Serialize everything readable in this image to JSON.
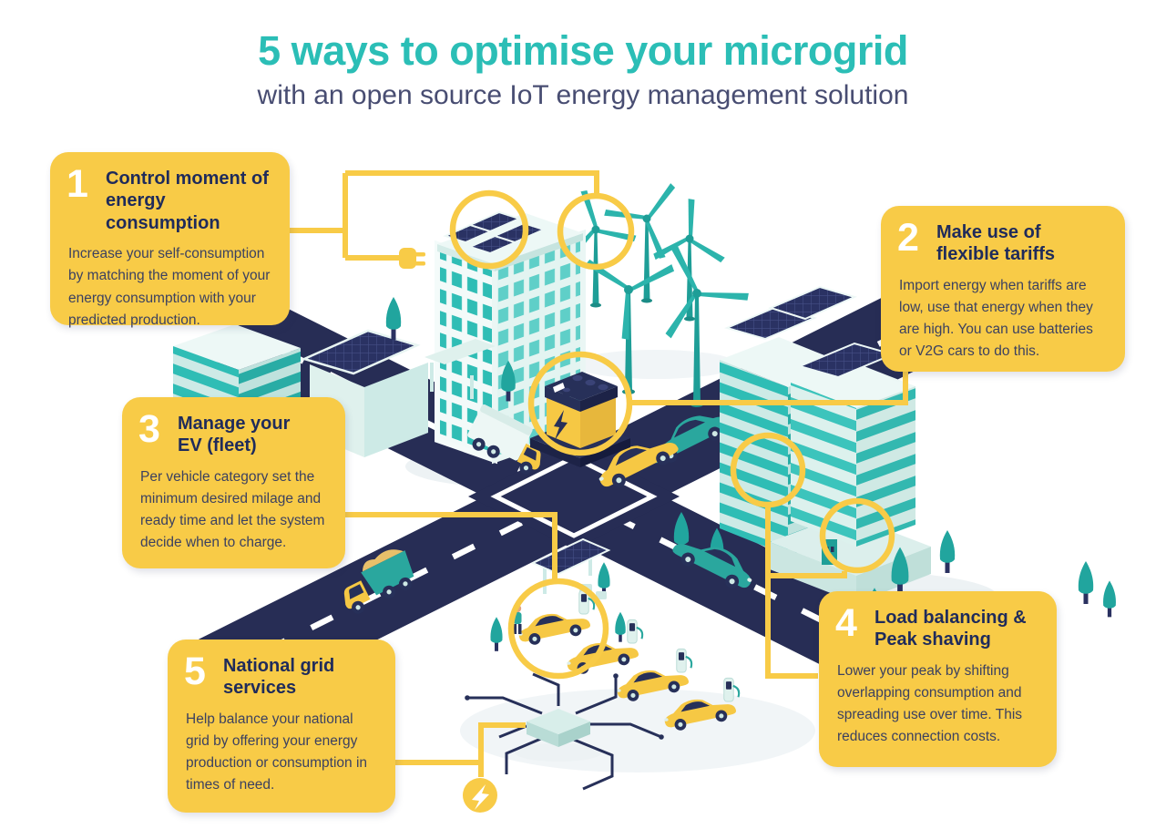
{
  "header": {
    "title": "5 ways to optimise your microgrid",
    "subtitle": "with an open source IoT energy management solution"
  },
  "callouts": [
    {
      "number": "1",
      "title_line1": "Control moment of",
      "title_line2": "energy consumption",
      "body": "Increase your self-consumption by matching the moment of your energy consumption with your predicted production."
    },
    {
      "number": "2",
      "title_line1": "Make use of",
      "title_line2": "flexible tariffs",
      "body": "Import energy when tariffs are low, use that energy when they are high. You can use batteries or V2G cars to do this."
    },
    {
      "number": "3",
      "title_line1": "Manage your",
      "title_line2": "EV (fleet)",
      "body": "Per vehicle category set the minimum desired milage and ready time and let the system decide when to charge."
    },
    {
      "number": "4",
      "title_line1": "Load balancing &",
      "title_line2": "Peak shaving",
      "body": "Lower your peak by shifting overlapping consumption and spreading use over time. This reduces connection costs."
    },
    {
      "number": "5",
      "title_line1": "National grid",
      "title_line2": "services",
      "body": "Help balance your national grid by offering your energy production or consumption in times of need."
    }
  ],
  "colors": {
    "accent_teal": "#2BBEB6",
    "accent_yellow": "#F8CB47",
    "title_navy": "#1F2B5B",
    "body_text": "#3C4160",
    "road_navy": "#272D55"
  },
  "illustration": {
    "icons": [
      "plug-icon",
      "lightning-icon",
      "battery-icon",
      "solar-panel-icon",
      "wind-turbine-icon",
      "ev-charger-icon",
      "microgrid-chip-icon"
    ],
    "highlights": [
      "rooftop-solar",
      "wind-turbines",
      "battery-storage",
      "ev-charging",
      "building-load",
      "grid-connection"
    ]
  }
}
